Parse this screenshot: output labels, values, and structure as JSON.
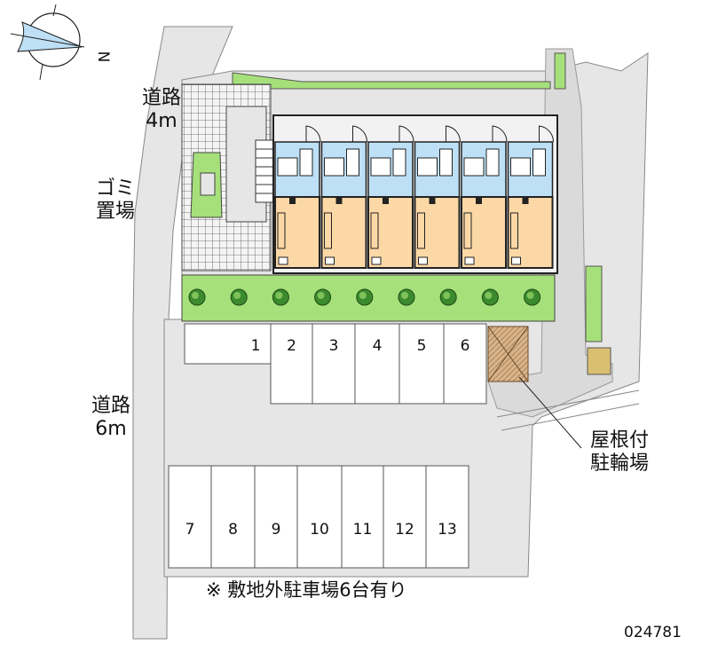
{
  "labels": {
    "road_north": [
      "道路",
      "4m"
    ],
    "road_west": [
      "道路",
      "6m"
    ],
    "garbage": [
      "ゴミ",
      "置場"
    ],
    "bike_parking": [
      "屋根付",
      "駐輪場"
    ],
    "north_mark": "N",
    "note": "※ 敷地外駐車場6台有り",
    "code": "024781"
  },
  "parking_spaces_top": [
    "1",
    "2",
    "3",
    "4",
    "5",
    "6"
  ],
  "parking_spaces_bottom": [
    "7",
    "8",
    "9",
    "10",
    "11",
    "12",
    "13"
  ],
  "unit_count": 6,
  "tree_count": 9,
  "colors": {
    "ground": "#e6e6e6",
    "unit_wet_area": "#bde0f7",
    "unit_room": "#fcd8a6",
    "greenery": "#a6e07a",
    "tree": "#3c8a2e",
    "bike_shelter": "#d9b48a"
  }
}
